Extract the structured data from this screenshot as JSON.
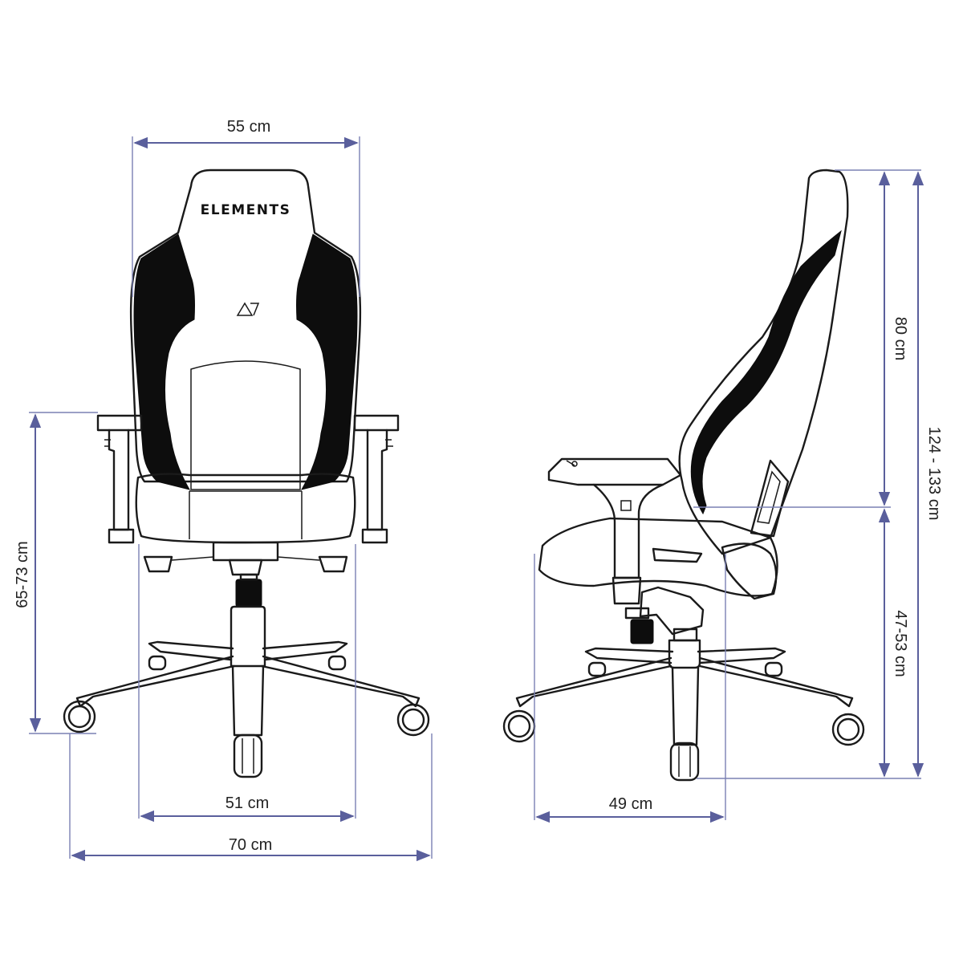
{
  "front_view": {
    "brand_text": "ELEMENTS",
    "logo_icon": "elements-triangle-logo-icon",
    "dimensions": {
      "width_top": "55 cm",
      "seat_width": "51 cm",
      "base_width": "70 cm",
      "armrest_height": "65-73 cm"
    }
  },
  "side_view": {
    "dimensions": {
      "backrest_height": "80 cm",
      "total_height": "124 - 133 cm",
      "seat_height": "47-53 cm",
      "seat_depth": "49 cm"
    }
  },
  "colors": {
    "dimension_line": "#5a5f9c",
    "outline": "#1a1a1a",
    "accent_panel": "#0d0d0d"
  }
}
